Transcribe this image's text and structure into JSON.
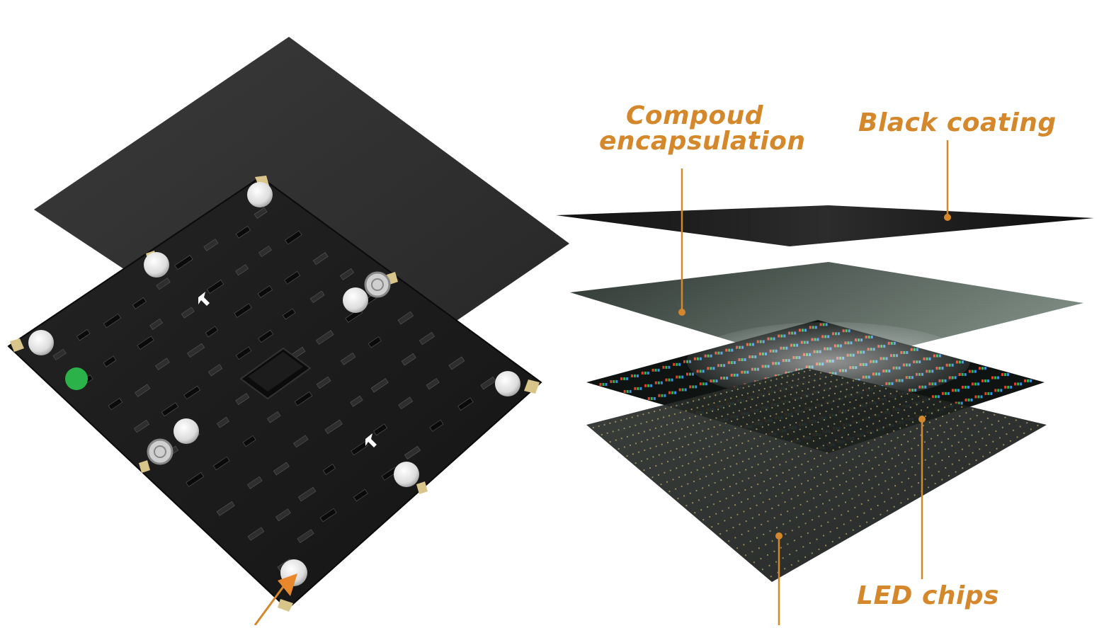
{
  "labels": {
    "compound_line1": "Compoud",
    "compound_line2": "encapsulation",
    "black_coating": "Black coating",
    "led_chips": "LED chips"
  },
  "colors": {
    "accent": "#d4882b",
    "board": "#1f1f1f",
    "coating": "#2a2a2a",
    "encapsulation": "#5f6b64",
    "pad": "#d9c58a",
    "green_dot": "#2bb34a"
  }
}
